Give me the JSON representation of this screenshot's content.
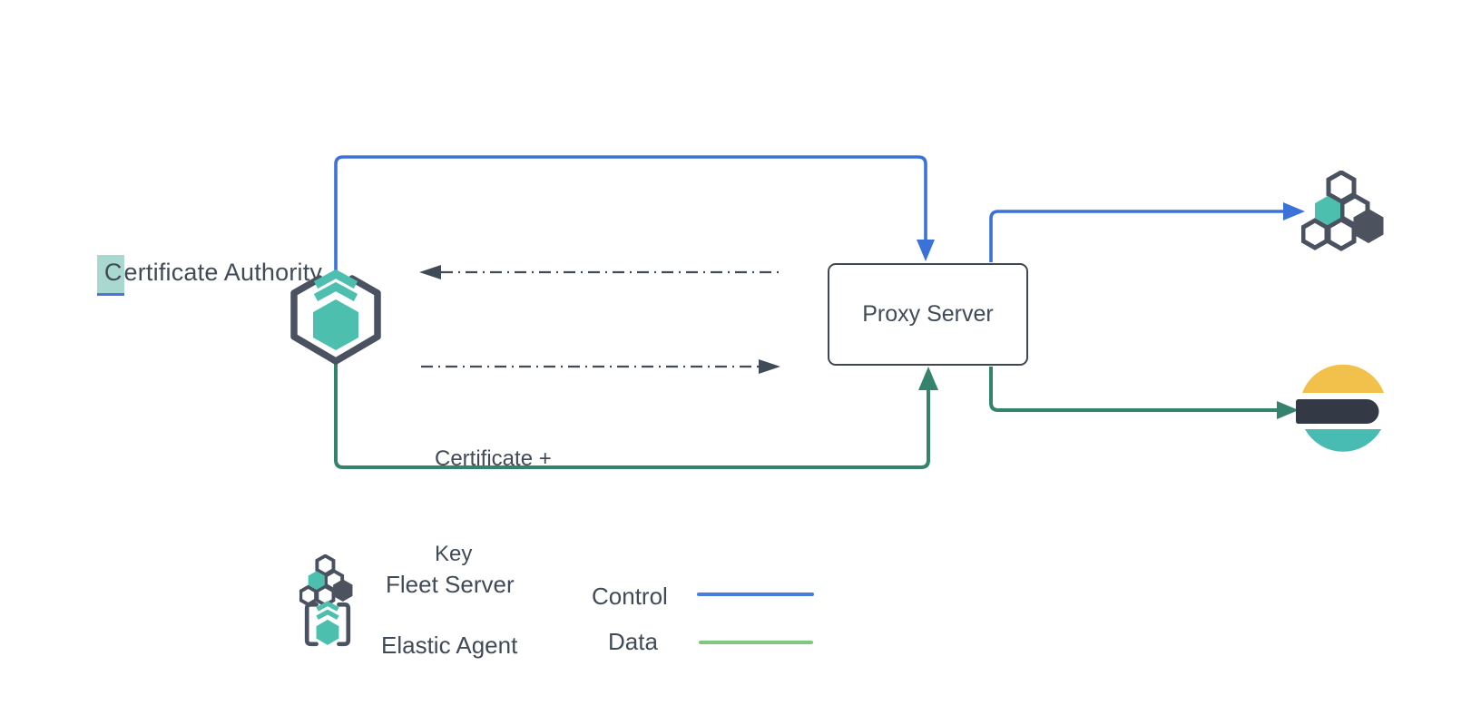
{
  "diagram": {
    "labels": {
      "certificate_authority_selected": "C",
      "certificate_authority_rest": "ertificate Authority",
      "proxy_server": "Proxy Server",
      "certificate_key_line1": "Certificate +",
      "certificate_key_line2": "Key"
    },
    "legend": {
      "fleet_server": "Fleet Server",
      "elastic_agent": "Elastic Agent",
      "control": "Control",
      "data": "Data"
    },
    "icons": {
      "elastic_agent": "elastic-agent-icon",
      "fleet_server": "fleet-server-icon",
      "elasticsearch": "elasticsearch-icon"
    },
    "colors": {
      "control_line": "#3B72D9",
      "data_line": "#35836D",
      "data_legend_line": "#7EC97E",
      "slate_text": "#414B57",
      "icon_outline": "#4A5160",
      "teal": "#4DBFAE",
      "dark_hexagon": "#4C525E",
      "es_yellow": "#F2C14B",
      "es_teal": "#48BCB2",
      "es_dark": "#333A46",
      "selection_highlight": "#A9D8D0",
      "selection_caret": "#4E73DB"
    }
  }
}
